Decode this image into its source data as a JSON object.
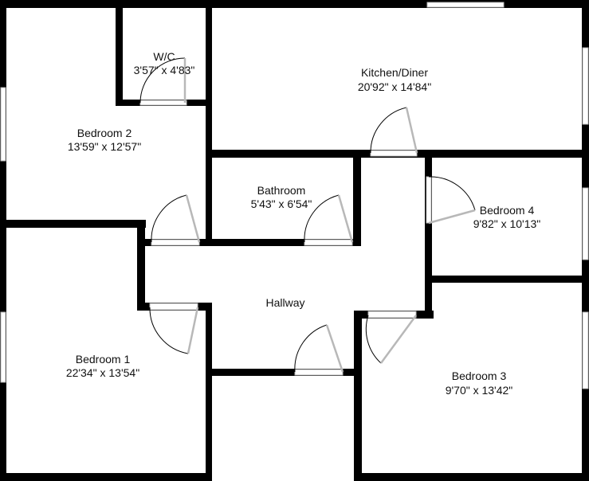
{
  "rooms": [
    {
      "id": "wc",
      "name": "W/C",
      "dims": "3'57\" x 4'83\""
    },
    {
      "id": "kitchen",
      "name": "Kitchen/Diner",
      "dims": "20'92\" x 14'84\""
    },
    {
      "id": "bedroom2",
      "name": "Bedroom 2",
      "dims": "13'59\" x 12'57\""
    },
    {
      "id": "bathroom",
      "name": "Bathroom",
      "dims": "5'43\" x 6'54\""
    },
    {
      "id": "bedroom4",
      "name": "Bedroom 4",
      "dims": "9'82\" x 10'13\""
    },
    {
      "id": "hallway",
      "name": "Hallway",
      "dims": ""
    },
    {
      "id": "bedroom1",
      "name": "Bedroom 1",
      "dims": "22'34\" x 13'54\""
    },
    {
      "id": "bedroom3",
      "name": "Bedroom 3",
      "dims": "9'70\" x 13'42\""
    }
  ],
  "colors": {
    "wall": "#000000",
    "door": "#b8b8b8",
    "background": "#ffffff"
  }
}
